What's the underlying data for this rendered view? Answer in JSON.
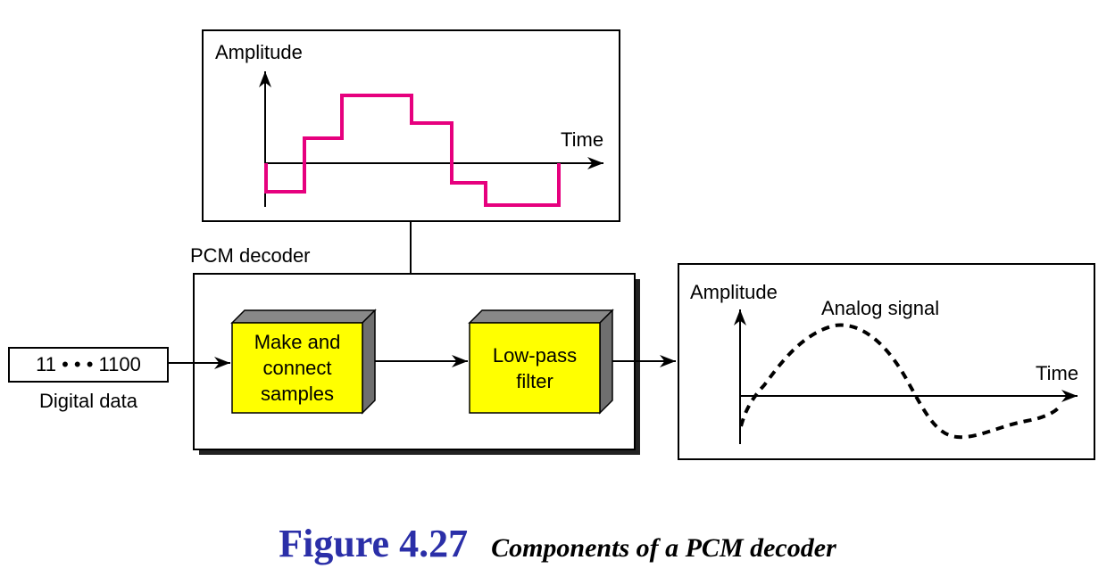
{
  "top_panel": {
    "y_label": "Amplitude",
    "x_label": "Time"
  },
  "decoder": {
    "label": "PCM decoder"
  },
  "input": {
    "bits": "11 • • • 1100",
    "caption": "Digital data"
  },
  "block_sample": {
    "lines": [
      "Make and",
      "connect",
      "samples"
    ]
  },
  "block_filter": {
    "lines": [
      "Low-pass",
      "filter"
    ]
  },
  "output_panel": {
    "y_label": "Amplitude",
    "signal_label": "Analog signal",
    "x_label": "Time"
  },
  "caption": {
    "number": "Figure 4.27",
    "title": "Components of a PCM decoder"
  },
  "colors": {
    "staircase": "#e6007e",
    "block_fill": "#ffff00",
    "caption_blue": "#2b2fa8",
    "block_side": "#808080"
  }
}
